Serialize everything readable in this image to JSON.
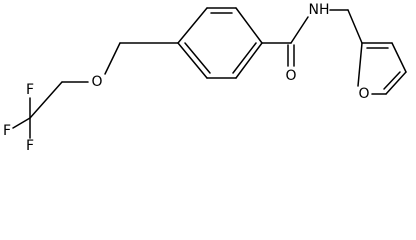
{
  "molecule": {
    "atom_labels": {
      "fluorine_top": "F",
      "fluorine_left": "F",
      "fluorine_bottom": "F",
      "ether_oxygen": "O",
      "carbonyl_oxygen": "O",
      "amide_nitrogen": "NH",
      "furan_oxygen": "O"
    }
  }
}
